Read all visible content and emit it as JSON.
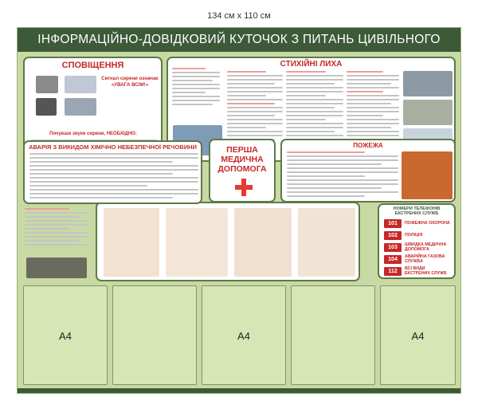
{
  "dimensions_label": "134 см х 110 см",
  "board_title": "ІНФОРМАЦІЙНО-ДОВІДКОВИЙ КУТОЧОК З ПИТАНЬ ЦИВІЛЬНОГО ЗАХИСТУ",
  "sections": {
    "notification": {
      "title": "СПОВІЩЕННЯ",
      "siren_text": "Сигнал сирени означає «УВАГА ВСІМ!»",
      "siren_heading": "Почувши звуки сирени, НЕОБХІДНО:"
    },
    "disasters": {
      "title": "СТИХІЙНІ ЛИХА"
    },
    "chemical": {
      "title": "АВАРІЯ З ВИКИДОМ ХІМІЧНО НЕБЕЗПЕЧНОЇ РЕЧОВИНИ"
    },
    "first_aid": {
      "title": "ПЕРША МЕДИЧНА ДОПОМОГА"
    },
    "fire": {
      "title": "ПОЖЕЖА"
    },
    "emergency_phones": {
      "title": "НОМЕРИ ТЕЛЕФОНІВ ЕКСТРЕНИХ СЛУЖБ",
      "items": [
        {
          "number": "101",
          "name": "ПОЖЕЖНА ОХОРОНА"
        },
        {
          "number": "102",
          "name": "ПОЛІЦІЯ"
        },
        {
          "number": "103",
          "name": "ШВИДКА МЕДИЧНА ДОПОМОГА"
        },
        {
          "number": "104",
          "name": "АВАРІЙНА ГАЗОВА СЛУЖБА"
        },
        {
          "number": "112",
          "name": "ВСІ ВИДИ ЕКСТРЕНИХ СЛУЖБ"
        }
      ]
    }
  },
  "pockets": [
    {
      "label": "А4"
    },
    {
      "label": ""
    },
    {
      "label": "А4"
    },
    {
      "label": ""
    },
    {
      "label": "А4"
    }
  ],
  "colors": {
    "board_background": "#c9d9a4",
    "title_bar": "#3c5a38",
    "heading_red": "#c62828",
    "panel_border": "#5c7a48"
  }
}
